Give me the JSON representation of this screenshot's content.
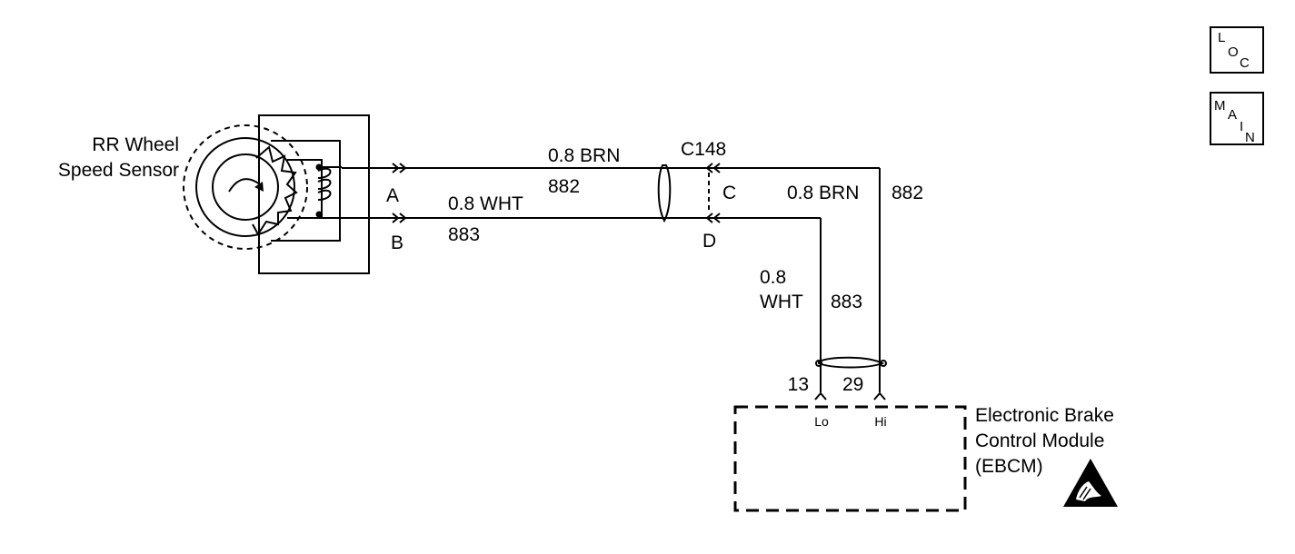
{
  "sensor": {
    "label_line1": "RR Wheel",
    "label_line2": "Speed Sensor",
    "terminal_a": "A",
    "terminal_b": "B"
  },
  "wires": {
    "upper_left_label": "0.8 BRN",
    "upper_left_circuit": "882",
    "lower_left_label": "0.8 WHT",
    "lower_left_circuit": "883",
    "upper_right_label": "0.8 BRN",
    "upper_right_circuit": "882",
    "vertical_color_line1": "0.8",
    "vertical_color_line2": "WHT",
    "vertical_circuit": "883"
  },
  "connector": {
    "name": "C148",
    "pin_c": "C",
    "pin_d": "D"
  },
  "ebcm": {
    "label_line1": "Electronic Brake",
    "label_line2": "Control Module",
    "label_line3": "(EBCM)",
    "pin_lo_number": "13",
    "pin_hi_number": "29",
    "pin_lo_label": "Lo",
    "pin_hi_label": "Hi",
    "esd_icon": "esd-warning-icon"
  },
  "side_icons": {
    "loc": [
      "L",
      "O",
      "C"
    ],
    "main": [
      "M",
      "A",
      "I",
      "N"
    ]
  }
}
